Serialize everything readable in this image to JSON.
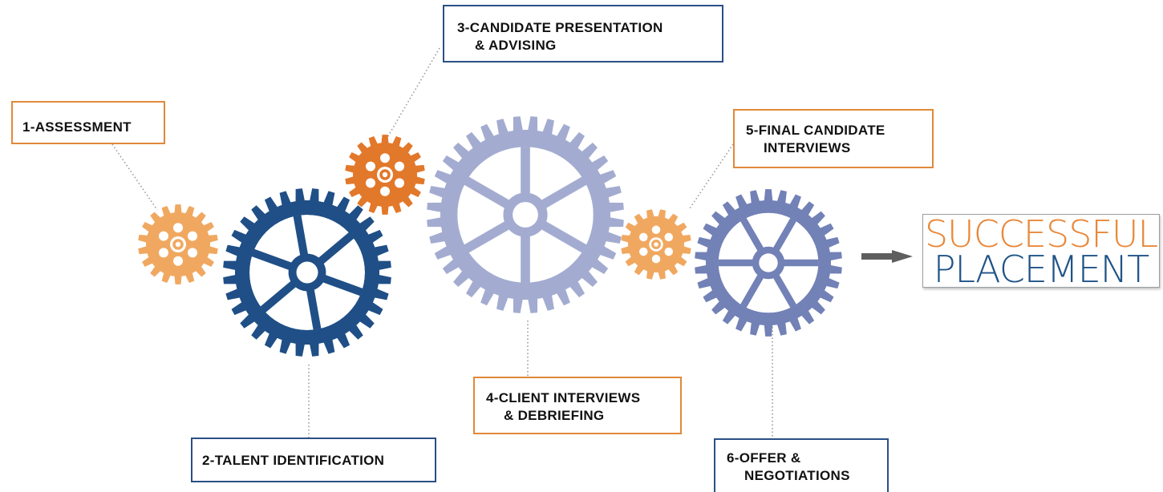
{
  "steps": [
    {
      "id": "assessment",
      "line1": "1-ASSESSMENT",
      "line2": ""
    },
    {
      "id": "talent",
      "line1": "2-TALENT IDENTIFICATION",
      "line2": ""
    },
    {
      "id": "presentation",
      "line1": "3-CANDIDATE PRESENTATION",
      "line2": "& ADVISING"
    },
    {
      "id": "client",
      "line1": "4-CLIENT INTERVIEWS",
      "line2": "& DEBRIEFING"
    },
    {
      "id": "final",
      "line1": "5-FINAL CANDIDATE",
      "line2": "INTERVIEWS"
    },
    {
      "id": "offer",
      "line1": "6-OFFER &",
      "line2": "NEGOTIATIONS"
    }
  ],
  "result": {
    "line1": "SUCCESSFUL",
    "line2": "PLACEMENT"
  },
  "colors": {
    "orange_border": "#e0893a",
    "blue_border": "#2a4f86",
    "gear_light_orange": "#f0a860",
    "gear_orange": "#e2782a",
    "gear_dark_blue": "#1f4f86",
    "gear_light_blue": "#a3acd0",
    "gear_mid_blue": "#7281b6",
    "result_orange": "#e8883a",
    "result_blue": "#1f5387",
    "arrow": "#5e5e5e"
  },
  "gear_icons": [
    "gear-1-icon",
    "gear-2-icon",
    "gear-3-icon",
    "gear-4-icon",
    "gear-5-icon",
    "gear-6-icon"
  ]
}
